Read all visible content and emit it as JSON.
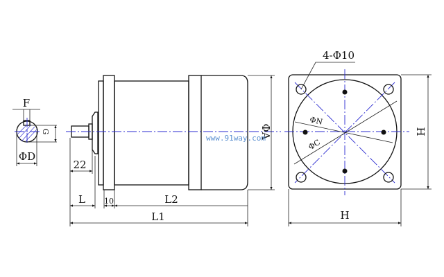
{
  "labels": {
    "F": "F",
    "G": "G",
    "PhiD": "ΦD",
    "L22": "22",
    "L": "L",
    "L10": "10",
    "L2": "L2",
    "L1": "L1",
    "PhiA": "ΦA",
    "holes": "4-Φ10",
    "PhiN": "ΦN",
    "PhiC": "ΦC",
    "H_side": "H",
    "H_bottom": "H"
  },
  "watermark": "www.91way.com",
  "colors": {
    "line": "#111111",
    "centerline": "#2a2ad0",
    "watermark": "#5a8fd0"
  }
}
